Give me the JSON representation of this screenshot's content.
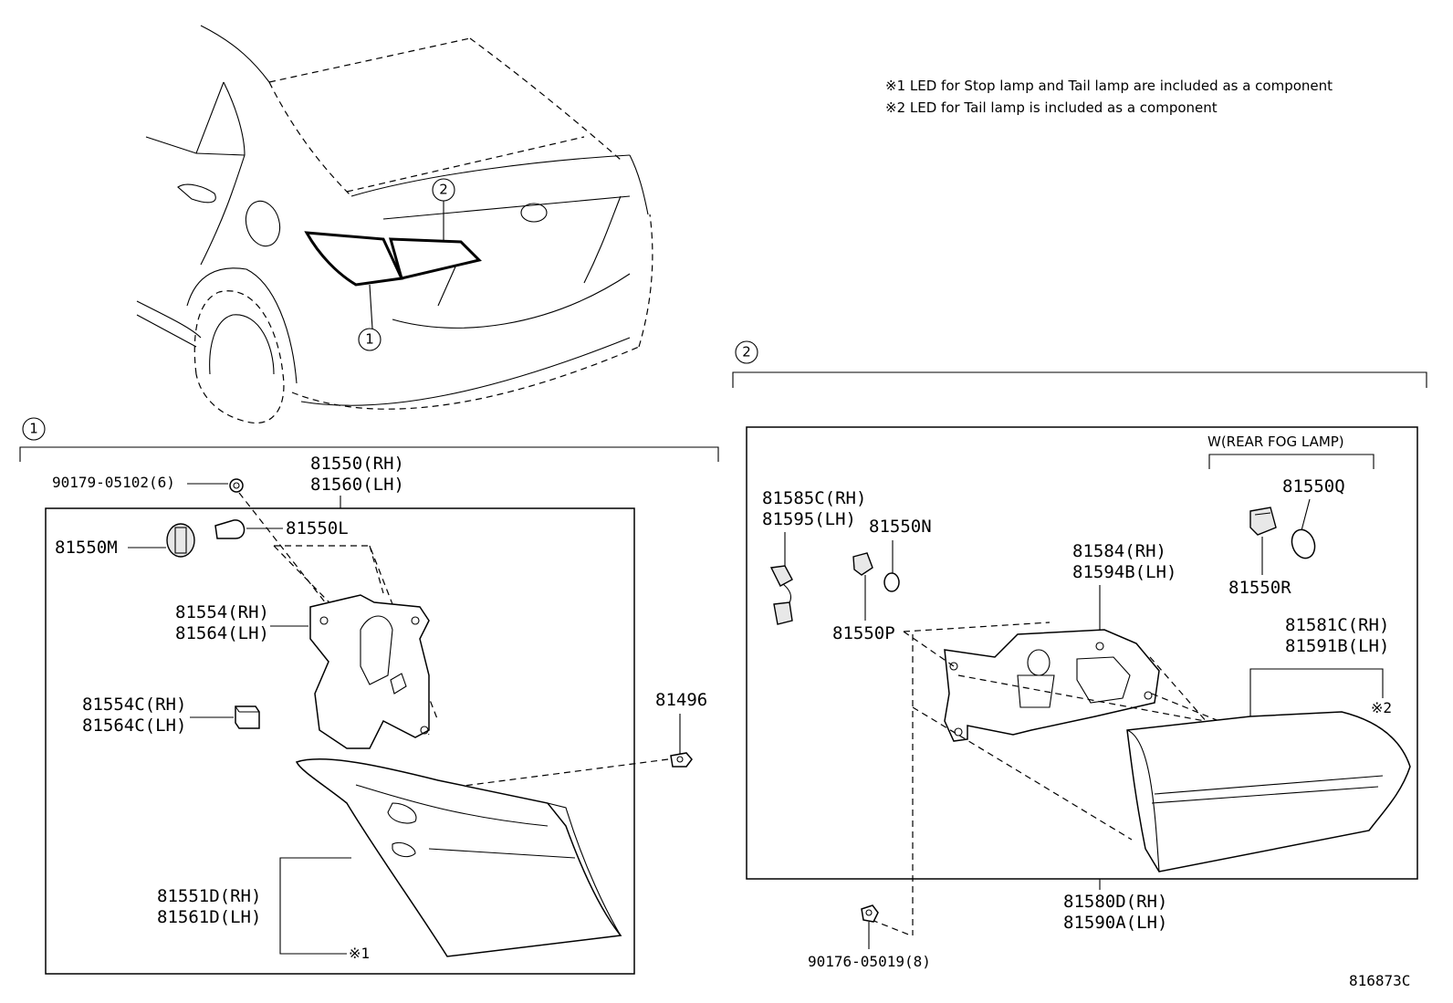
{
  "notes": [
    "※1 LED for Stop lamp and Tail lamp are included as a component",
    "※2 LED for Tail lamp is included as a component"
  ],
  "callouts": {
    "one": "1",
    "two": "2"
  },
  "section1": {
    "label": "1",
    "parts": {
      "screw_90179": "90179-05102(6)",
      "lamp_rh": "81550(RH)",
      "lamp_lh": "81560(LH)",
      "bulb_81550L": "81550L",
      "socket_81550M": "81550M",
      "gasket_rh": "81554(RH)",
      "gasket_lh": "81564(LH)",
      "pad_rh": "81554C(RH)",
      "pad_lh": "81564C(LH)",
      "nut_81496": "81496",
      "lens_rh": "81551D(RH)",
      "lens_lh": "81561D(LH)",
      "note_ref": "※1"
    }
  },
  "section2": {
    "label": "2",
    "option_label": "W(REAR FOG LAMP)",
    "parts": {
      "wire_rh": "81585C(RH)",
      "wire_lh": "81595(LH)",
      "bulb_81550N": "81550N",
      "socket_81550P": "81550P",
      "bulb_81550Q": "81550Q",
      "socket_81550R": "81550R",
      "gasket_rh": "81584(RH)",
      "gasket_lh": "81594B(LH)",
      "lens_rh": "81581C(RH)",
      "lens_lh": "81591B(LH)",
      "note_ref": "※2",
      "lamp_rh": "81580D(RH)",
      "lamp_lh": "81590A(LH)",
      "screw_90176": "90176-05019(8)"
    }
  },
  "figure_code": "816873C"
}
